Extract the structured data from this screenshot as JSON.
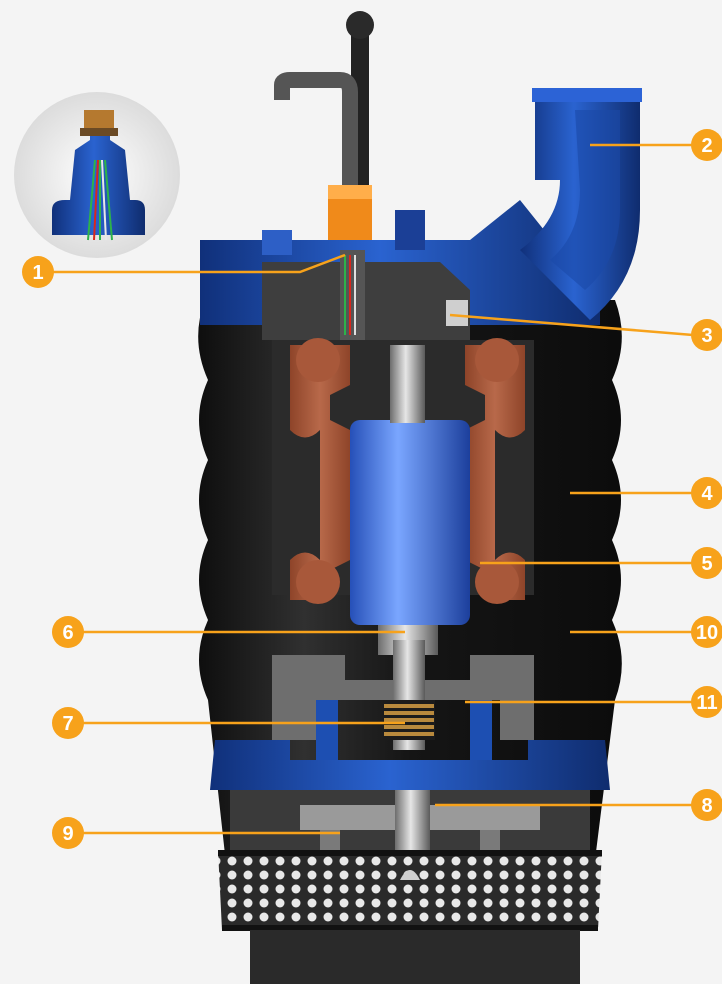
{
  "colors": {
    "background": "#f4f4f4",
    "accent_orange": "#f7a21b",
    "pump_blue": "#1f4fb0",
    "rotor_blue": "#3a6fd8",
    "stator_copper": "#a8583a",
    "casing_black": "#1c1c1c",
    "steel_grey": "#8c8c8c"
  },
  "callouts": [
    {
      "id": "1",
      "label": "1"
    },
    {
      "id": "2",
      "label": "2"
    },
    {
      "id": "3",
      "label": "3"
    },
    {
      "id": "4",
      "label": "4"
    },
    {
      "id": "5",
      "label": "5"
    },
    {
      "id": "10",
      "label": "10"
    },
    {
      "id": "6",
      "label": "6"
    },
    {
      "id": "11",
      "label": "11"
    },
    {
      "id": "7",
      "label": "7"
    },
    {
      "id": "8",
      "label": "8"
    },
    {
      "id": "9",
      "label": "9"
    }
  ]
}
